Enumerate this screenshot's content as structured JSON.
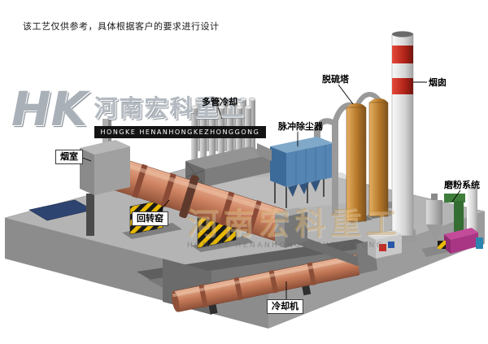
{
  "note": "该工艺仅供参考，具体根据客户的要求进行设计",
  "logo": {
    "monogram": "HK",
    "company_cn": "河南宏科重工",
    "company_en": "HONGKE HENANHONGKEZHONGGONG"
  },
  "watermark": {
    "company_cn": "河南宏科重工",
    "company_en": "HONGKE HENANHONGKEZHONGGONG"
  },
  "labels": {
    "smoke_chamber": "烟室",
    "multi_tube_cooler": "多管冷却",
    "pulse_dust_collector": "脉冲除尘器",
    "desulfurization_tower": "脱硫塔",
    "chimney": "烟囱",
    "grinding_system": "磨粉系统",
    "rotary_kiln": "回转窑",
    "cooler": "冷却机"
  },
  "colors": {
    "kiln_salmon": "#cd8060",
    "dust_collector_blue": "#4a7fae",
    "tower_tan": "#c07f2e",
    "chimney_band_red": "#c0281e",
    "hazard_yellow": "#e8b800",
    "platform_gray": "#b6b6b6",
    "duct_green": "#3f7d3b",
    "accent_magenta": "#b5308a"
  }
}
